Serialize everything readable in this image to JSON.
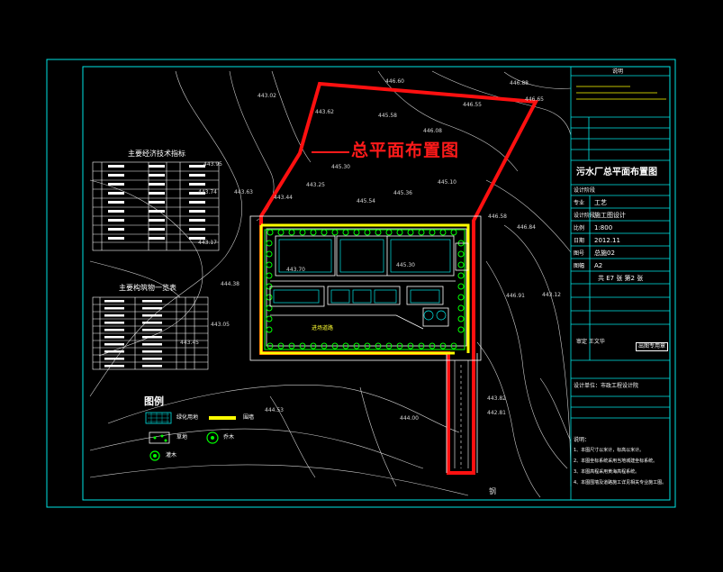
{
  "drawing": {
    "main_title": "总平面布置图",
    "contours": [
      "446.60",
      "446.88",
      "446.65",
      "443.02",
      "443.62",
      "445.58",
      "446.55",
      "446.08",
      "443.95",
      "445.30",
      "445.10",
      "443.25",
      "445.36",
      "445.54",
      "446.58",
      "443.74",
      "443.63",
      "443.44",
      "446.84",
      "443.70",
      "445.30",
      "443.17",
      "443.05",
      "444.53",
      "443.82",
      "442.81",
      "443.12",
      "444.38",
      "443.45",
      "444.00",
      "446.91"
    ],
    "road_label": "进场道路",
    "bottom_label": "钢"
  },
  "tables": {
    "tech_title": "主要经济技术指标",
    "struct_title": "主要构筑物一览表"
  },
  "legend": {
    "title": "图例",
    "greening": "绿化用地",
    "fence": "围墙",
    "lawn": "草地",
    "tree": "乔木",
    "shrub": "灌木"
  },
  "title_block": {
    "header": "说明",
    "plant_title": "污水厂总平面布置图",
    "discipline_label": "设计阶段",
    "rows": [
      {
        "label": "专业",
        "value": "工艺"
      },
      {
        "label": "设计阶段",
        "value": "施工图设计"
      },
      {
        "label": "比例",
        "value": "1:800"
      },
      {
        "label": "日期",
        "value": "2012.11"
      },
      {
        "label": "图号",
        "value": "总施02"
      },
      {
        "label": "图幅",
        "value": "A2"
      }
    ],
    "sheet_info": "共 E7 张 第2 张",
    "designer": "审定 王文华",
    "stamp": "出图专用章",
    "company": "设计单位：市政工程设计院",
    "notes_header": "说明：",
    "notes": [
      "1、本图尺寸以米计，标高以米计。",
      "2、本图坐标系统采用当地城建坐标系统。",
      "3、本图高程采用黄海高程系统。",
      "4、本图围墙及道路施工详见相关专业施工图。"
    ]
  }
}
